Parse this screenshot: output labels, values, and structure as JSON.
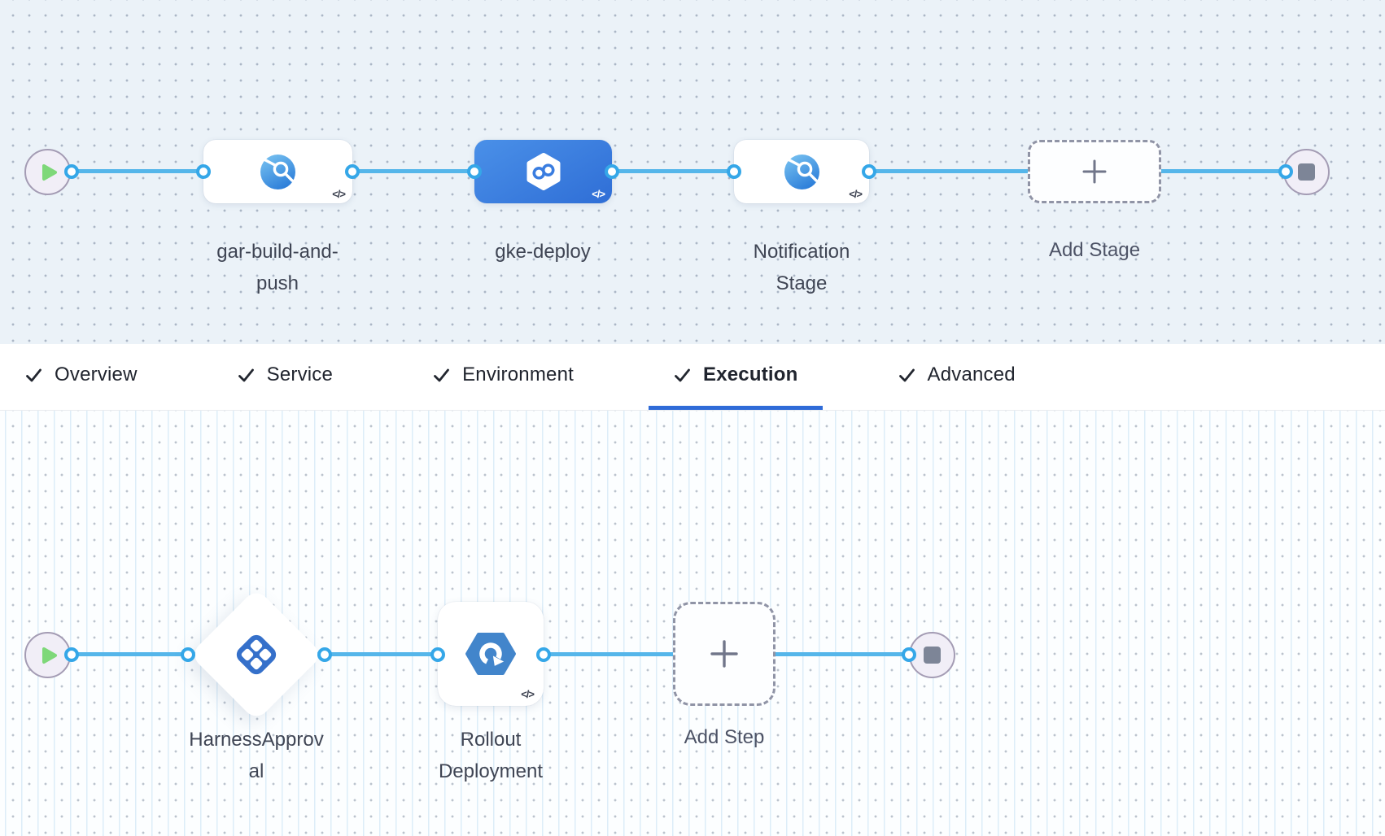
{
  "stage_graph": {
    "stages": [
      {
        "name": "gar-build-and-push",
        "label_line1": "gar-build-and-",
        "label_line2": "push",
        "type": "build",
        "selected": false
      },
      {
        "name": "gke-deploy",
        "label_line1": "gke-deploy",
        "label_line2": "",
        "type": "deploy",
        "selected": true
      },
      {
        "name": "Notification Stage",
        "label_line1": "Notification",
        "label_line2": "Stage",
        "type": "build",
        "selected": false
      }
    ],
    "add_stage_label": "Add Stage",
    "code_badge": "</>"
  },
  "tabs": [
    {
      "label": "Overview",
      "checked": true,
      "active": false
    },
    {
      "label": "Service",
      "checked": true,
      "active": false
    },
    {
      "label": "Environment",
      "checked": true,
      "active": false
    },
    {
      "label": "Execution",
      "checked": true,
      "active": true
    },
    {
      "label": "Advanced",
      "checked": true,
      "active": false
    }
  ],
  "execution_graph": {
    "steps": [
      {
        "name": "HarnessApproval",
        "label_line1": "HarnessApprov",
        "label_line2": "al",
        "type": "approval"
      },
      {
        "name": "Rollout Deployment",
        "label_line1": "Rollout",
        "label_line2": "Deployment",
        "type": "rollout"
      }
    ],
    "add_step_label": "Add Step",
    "code_badge": "</>"
  },
  "icons": {
    "start_node": "play-icon",
    "end_node": "stop-icon",
    "build_stage": "build-stage-icon",
    "deploy_stage": "deploy-stage-icon",
    "approval_step": "approval-icon",
    "rollout_step": "rollout-icon",
    "add": "plus-icon",
    "tab_check": "check-icon"
  },
  "colors": {
    "canvas_top_bg": "#ebf2f8",
    "canvas_bottom_bg": "#fcfeff",
    "connector_blue": "#55b6ea",
    "link_dot_ring": "#35a7e8",
    "selected_stage_blue": "#3b7fdf",
    "active_tab_underline": "#2f6bd8",
    "icon_blue": "#3570ca",
    "play_green": "#7ed879"
  }
}
